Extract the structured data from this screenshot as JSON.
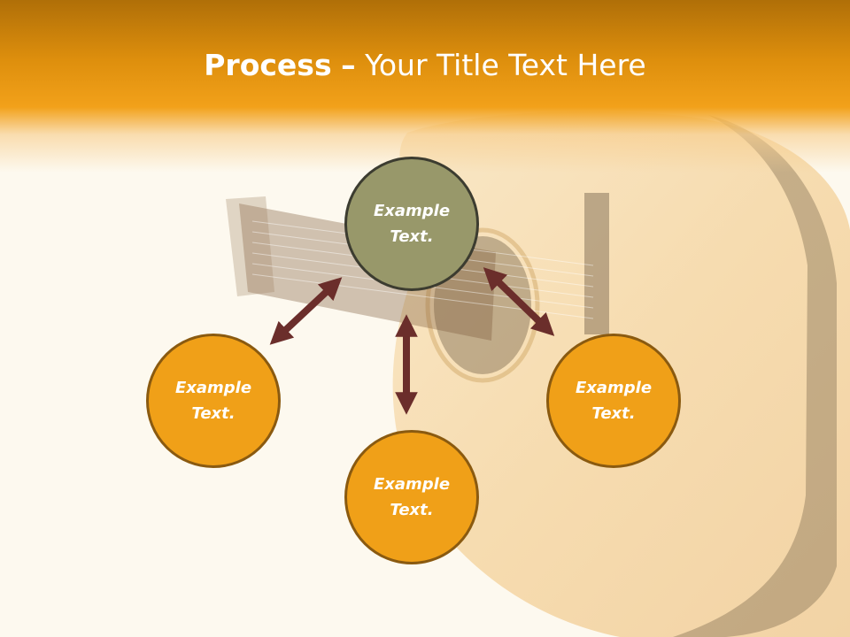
{
  "title": {
    "bold": "Process",
    "dash": "–",
    "rest": "Your Title Text Here"
  },
  "nodes": {
    "center": {
      "line1": "Example",
      "line2": "Text."
    },
    "left": {
      "line1": "Example",
      "line2": "Text."
    },
    "bottom": {
      "line1": "Example",
      "line2": "Text."
    },
    "right": {
      "line1": "Example",
      "line2": "Text."
    }
  },
  "colors": {
    "header": "#f2a11a",
    "node_fill": "#f0a018",
    "center_fill": "#98986a",
    "arrow": "#6b2e2b"
  }
}
